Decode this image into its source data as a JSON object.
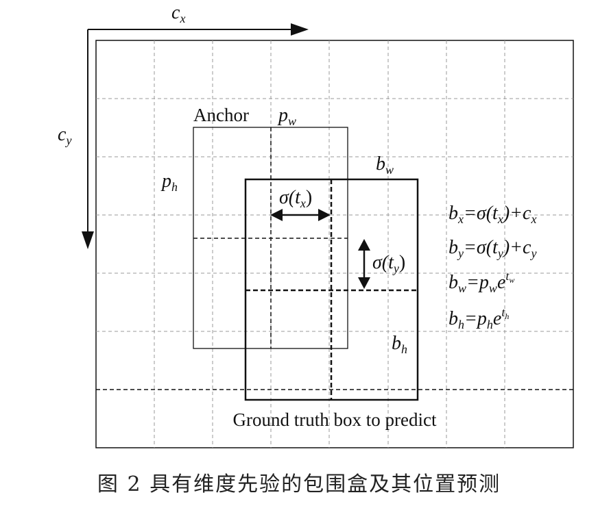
{
  "diagram": {
    "axis_x_label": "c",
    "axis_x_sub": "x",
    "axis_y_label": "c",
    "axis_y_sub": "y",
    "anchor_label": "Anchor",
    "pw_label": "p",
    "pw_sub": "w",
    "ph_label": "p",
    "ph_sub": "h",
    "bw_label": "b",
    "bw_sub": "w",
    "bh_label": "b",
    "bh_sub": "h",
    "sigma_tx": {
      "pre": "σ(t",
      "sub": "x",
      "post": ")"
    },
    "sigma_ty": {
      "pre": "σ(t",
      "sub": "y",
      "post": ")"
    },
    "equations": {
      "bx": {
        "b": "b",
        "bsub": "x",
        "eq": "=σ(t",
        "tsub": "x",
        "rest": ")+c",
        "csub": "x"
      },
      "by": {
        "b": "b",
        "bsub": "y",
        "eq": "=σ(t",
        "tsub": "y",
        "rest": ")+c",
        "csub": "y"
      },
      "bw": {
        "b": "b",
        "bsub": "w",
        "eq": "=p",
        "psub": "w",
        "e": "e",
        "esup": "t",
        "esupsub": "w"
      },
      "bh": {
        "b": "b",
        "bsub": "h",
        "eq": "=p",
        "psub": "h",
        "e": "e",
        "esup": "t",
        "esupsub": "h"
      }
    },
    "box_label": "Ground truth box to predict",
    "colors": {
      "line": "#111111",
      "grid": "#9a9a9a"
    }
  },
  "caption": "图 2    具有维度先验的包围盒及其位置预测"
}
